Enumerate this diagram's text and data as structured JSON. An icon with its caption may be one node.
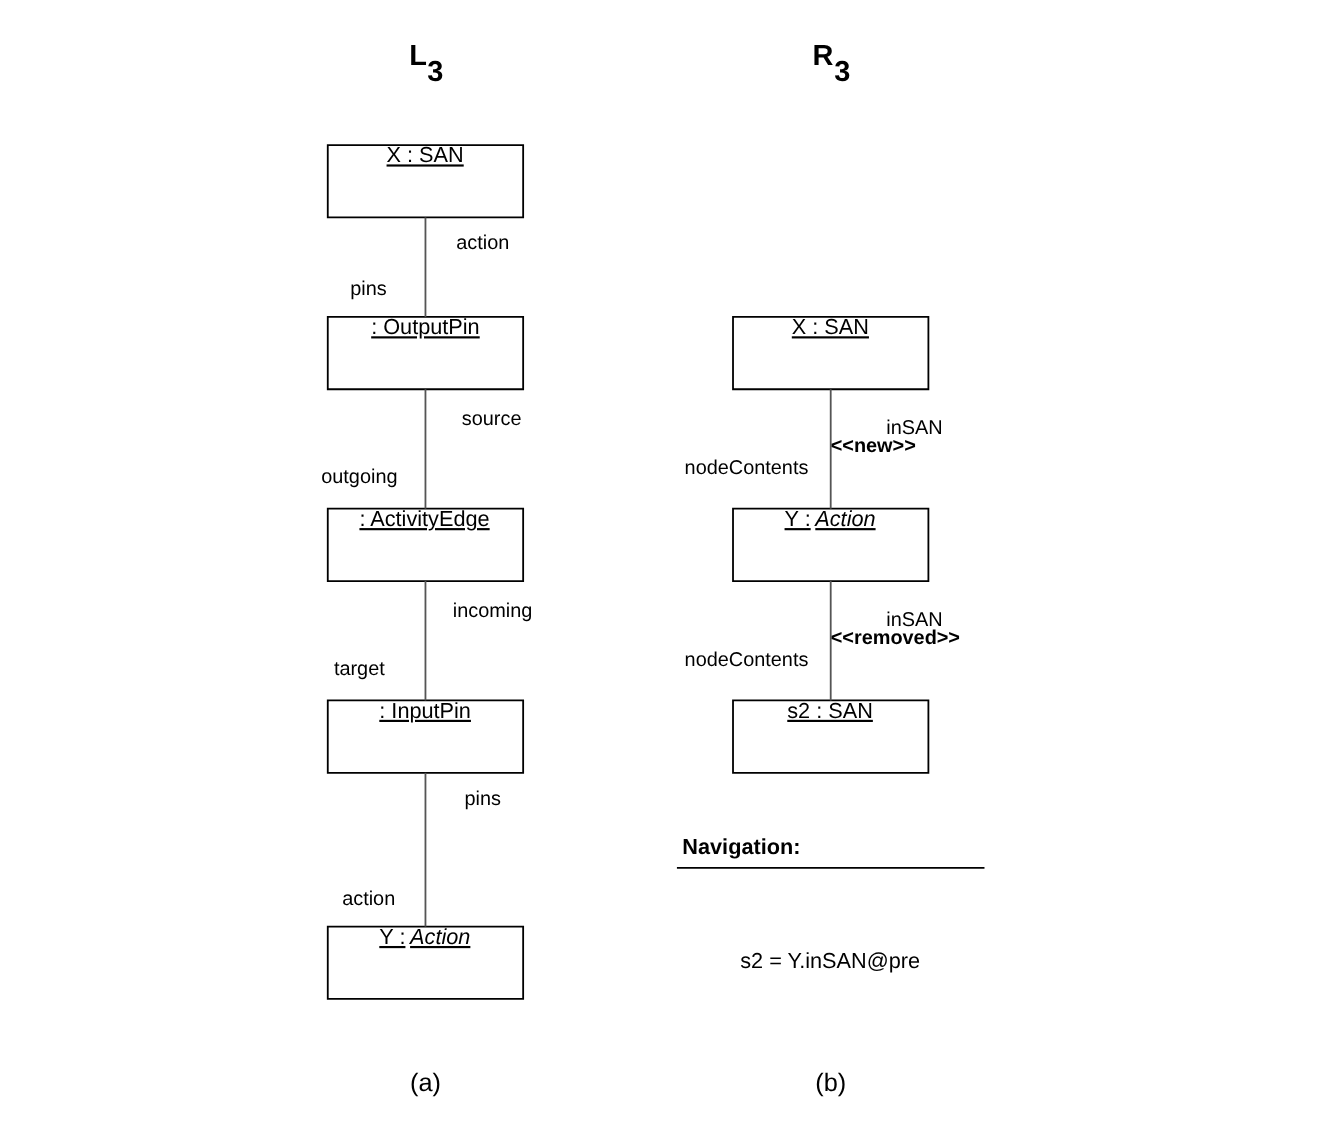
{
  "diagram": {
    "nodes": [
      {
        "text": [
          "X : SAN"
        ]
      },
      {
        "text": [
          ": OutputPin"
        ]
      },
      {
        "text": [
          ": ActivityEdge"
        ]
      },
      {
        "text": [
          ": InputPin"
        ]
      },
      {
        "text": [
          "Y : *Action*"
        ]
      },
      {
        "text": [
          "X : SAN"
        ]
      },
      {
        "text": [
          "Y : *Action*"
        ]
      },
      {
        "text": [
          "s2 : SAN"
        ]
      }
    ],
    "edges": [
      {
        "from": 0,
        "to": 1,
        "arrow": "none"
      },
      {
        "from": 1,
        "to": 2,
        "arrow": "none"
      },
      {
        "from": 2,
        "to": 3,
        "arrow": "none"
      },
      {
        "from": 3,
        "to": 4,
        "arrow": "none"
      },
      {
        "from": 5,
        "to": 6,
        "arrow": "none",
        "label": "<<new>>"
      },
      {
        "from": 6,
        "to": 7,
        "arrow": "none",
        "label": "<<removed>>"
      }
    ],
    "labels": [
      "L$_{3}$",
      "action",
      "pins",
      "source",
      "outgoing",
      "incoming",
      "target",
      "pins",
      "action",
      "R$_{3}$",
      "inSAN",
      "nodeContents",
      "inSAN",
      "nodeContents",
      "Navigation:",
      "s2 = Y.inSAN@pre",
      "(a)",
      "(b)"
    ]
  }
}
